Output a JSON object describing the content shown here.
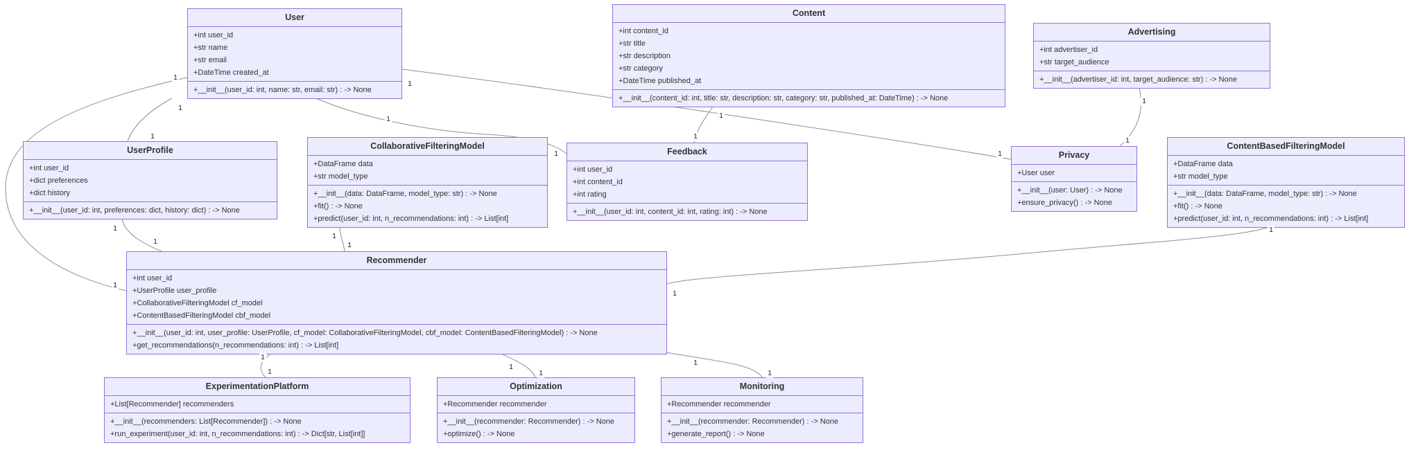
{
  "diagram": {
    "classes": [
      {
        "name": "User",
        "attributes": [
          "+int user_id",
          "+str name",
          "+str email",
          "+DateTime created_at"
        ],
        "methods": [
          "+__init__(user_id: int, name: str, email: str) : -> None"
        ]
      },
      {
        "name": "Content",
        "attributes": [
          "+int content_id",
          "+str title",
          "+str description",
          "+str category",
          "+DateTime published_at"
        ],
        "methods": [
          "+__init__(content_id: int, title: str, description: str, category: str, published_at: DateTime) : -> None"
        ]
      },
      {
        "name": "Advertising",
        "attributes": [
          "+int advertiser_id",
          "+str target_audience"
        ],
        "methods": [
          "+__init__(advertiser_id: int, target_audience: str) : -> None"
        ]
      },
      {
        "name": "UserProfile",
        "attributes": [
          "+int user_id",
          "+dict preferences",
          "+dict history"
        ],
        "methods": [
          "+__init__(user_id: int, preferences: dict, history: dict) : -> None"
        ]
      },
      {
        "name": "CollaborativeFilteringModel",
        "attributes": [
          "+DataFrame data",
          "+str model_type"
        ],
        "methods": [
          "+__init__(data: DataFrame, model_type: str) : -> None",
          "+fit() : -> None",
          "+predict(user_id: int, n_recommendations: int) : -> List[int]"
        ]
      },
      {
        "name": "Feedback",
        "attributes": [
          "+int user_id",
          "+int content_id",
          "+int rating"
        ],
        "methods": [
          "+__init__(user_id: int, content_id: int, rating: int) : -> None"
        ]
      },
      {
        "name": "Privacy",
        "attributes": [
          "+User user"
        ],
        "methods": [
          "+__init__(user: User) : -> None",
          "+ensure_privacy() : -> None"
        ]
      },
      {
        "name": "ContentBasedFilteringModel",
        "attributes": [
          "+DataFrame data",
          "+str model_type"
        ],
        "methods": [
          "+__init__(data: DataFrame, model_type: str) : -> None",
          "+fit() : -> None",
          "+predict(user_id: int, n_recommendations: int) : -> List[int]"
        ]
      },
      {
        "name": "Recommender",
        "attributes": [
          "+int user_id",
          "+UserProfile user_profile",
          "+CollaborativeFilteringModel cf_model",
          "+ContentBasedFilteringModel cbf_model"
        ],
        "methods": [
          "+__init__(user_id: int, user_profile: UserProfile, cf_model: CollaborativeFilteringModel, cbf_model: ContentBasedFilteringModel) : -> None",
          "+get_recommendations(n_recommendations: int) : -> List[int]"
        ]
      },
      {
        "name": "ExperimentationPlatform",
        "attributes": [
          "+List[Recommender] recommenders"
        ],
        "methods": [
          "+__init__(recommenders: List[Recommender]) : -> None",
          "+run_experiment(user_id: int, n_recommendations: int) : -> Dict[str, List[int]]"
        ]
      },
      {
        "name": "Optimization",
        "attributes": [
          "+Recommender recommender"
        ],
        "methods": [
          "+__init__(recommender: Recommender) : -> None",
          "+optimize() : -> None"
        ]
      },
      {
        "name": "Monitoring",
        "attributes": [
          "+Recommender recommender"
        ],
        "methods": [
          "+__init__(recommender: Recommender) : -> None",
          "+generate_report() : -> None"
        ]
      }
    ],
    "relationships": [
      {
        "from": "User",
        "to": "UserProfile",
        "card_from": "1",
        "card_to": "1"
      },
      {
        "from": "User",
        "to": "Recommender",
        "card_from": "1",
        "card_to": "1"
      },
      {
        "from": "User",
        "to": "Feedback",
        "card_from": "1",
        "card_to": "1"
      },
      {
        "from": "User",
        "to": "Privacy",
        "card_from": "1",
        "card_to": "1"
      },
      {
        "from": "Content",
        "to": "Feedback",
        "card_from": "1",
        "card_to": "1"
      },
      {
        "from": "Advertising",
        "to": "Privacy",
        "card_from": "1",
        "card_to": "1"
      },
      {
        "from": "UserProfile",
        "to": "Recommender",
        "card_from": "1",
        "card_to": "1"
      },
      {
        "from": "CollaborativeFilteringModel",
        "to": "Recommender",
        "card_from": "1",
        "card_to": "1"
      },
      {
        "from": "ContentBasedFilteringModel",
        "to": "Recommender",
        "card_from": "1",
        "card_to": "1"
      },
      {
        "from": "Recommender",
        "to": "ExperimentationPlatform",
        "card_from": "1",
        "card_to": "1"
      },
      {
        "from": "Recommender",
        "to": "Optimization",
        "card_from": "1",
        "card_to": "1"
      },
      {
        "from": "Recommender",
        "to": "Monitoring",
        "card_from": "1",
        "card_to": "1"
      }
    ],
    "colors": {
      "box_fill": "#ECECFF",
      "box_border": "#9370DB",
      "edge_line": "#8f8f8f",
      "text": "#333333"
    }
  }
}
